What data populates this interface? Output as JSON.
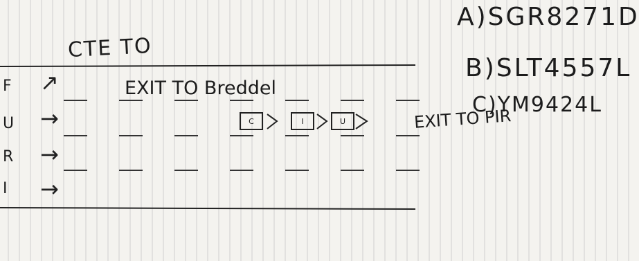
{
  "note": {
    "title": "CTE TO",
    "exit_left": "EXIT TO Breddel",
    "exit_right": "EXIT TO PIR",
    "codes": [
      "A)SGR8271D",
      "B)SLT4557L",
      "C)YM9424L"
    ],
    "lanes": [
      {
        "label": "F",
        "arrow": "↗"
      },
      {
        "label": "U",
        "arrow": "→"
      },
      {
        "label": "R",
        "arrow": "→"
      },
      {
        "label": "I",
        "arrow": "→"
      }
    ],
    "boxes": [
      "C",
      "I",
      "U"
    ]
  }
}
